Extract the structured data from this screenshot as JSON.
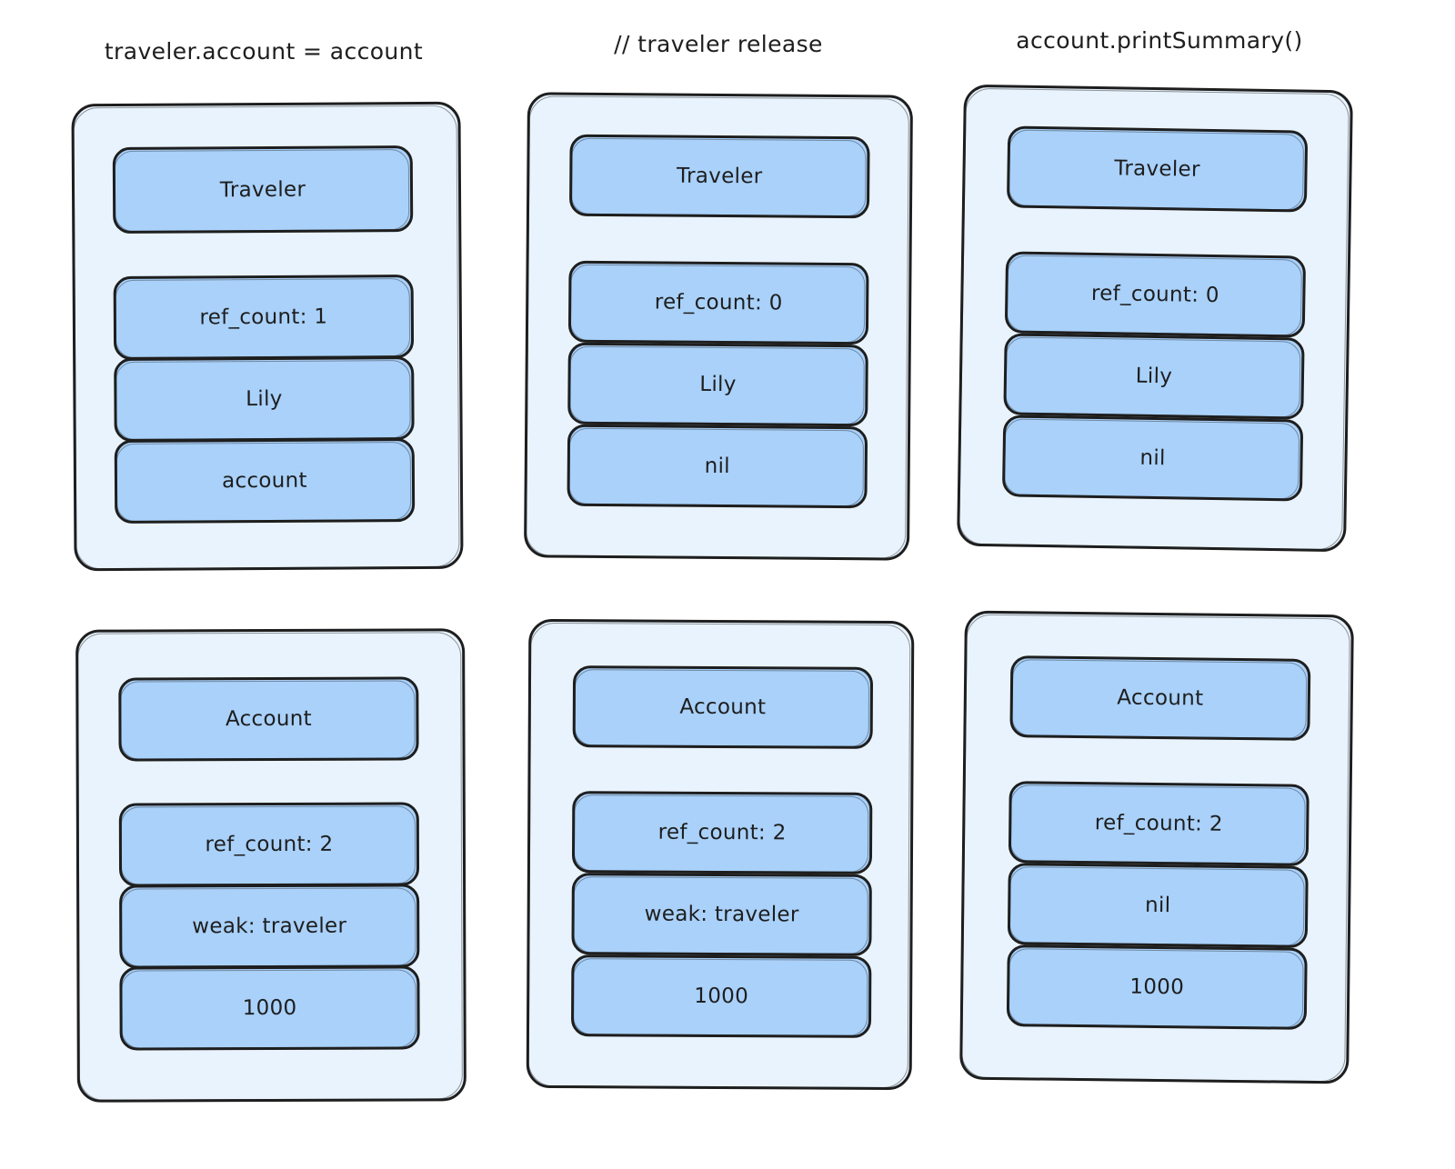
{
  "diagram": {
    "background_color": "#ffffff",
    "card_fill": "#e8f3fd",
    "box_fill": "#a9d1fa",
    "stroke_color": "#1e1e1e",
    "text_color": "#1e1e1e"
  },
  "columns": [
    {
      "title": "traveler.account = account"
    },
    {
      "title": "// traveler release"
    },
    {
      "title": "account.printSummary()"
    }
  ],
  "cards": [
    {
      "id": "traveler-step1",
      "column": 0,
      "row": 0,
      "header": "Traveler",
      "fields": [
        "ref_count: 1",
        "Lily",
        "account"
      ]
    },
    {
      "id": "traveler-step2",
      "column": 1,
      "row": 0,
      "header": "Traveler",
      "fields": [
        "ref_count: 0",
        "Lily",
        "nil"
      ]
    },
    {
      "id": "traveler-step3",
      "column": 2,
      "row": 0,
      "header": "Traveler",
      "fields": [
        "ref_count: 0",
        "Lily",
        "nil"
      ]
    },
    {
      "id": "account-step1",
      "column": 0,
      "row": 1,
      "header": "Account",
      "fields": [
        "ref_count: 2",
        "weak: traveler",
        "1000"
      ]
    },
    {
      "id": "account-step2",
      "column": 1,
      "row": 1,
      "header": "Account",
      "fields": [
        "ref_count: 2",
        "weak: traveler",
        "1000"
      ]
    },
    {
      "id": "account-step3",
      "column": 2,
      "row": 1,
      "header": "Account",
      "fields": [
        "ref_count: 2",
        "nil",
        "1000"
      ]
    }
  ]
}
